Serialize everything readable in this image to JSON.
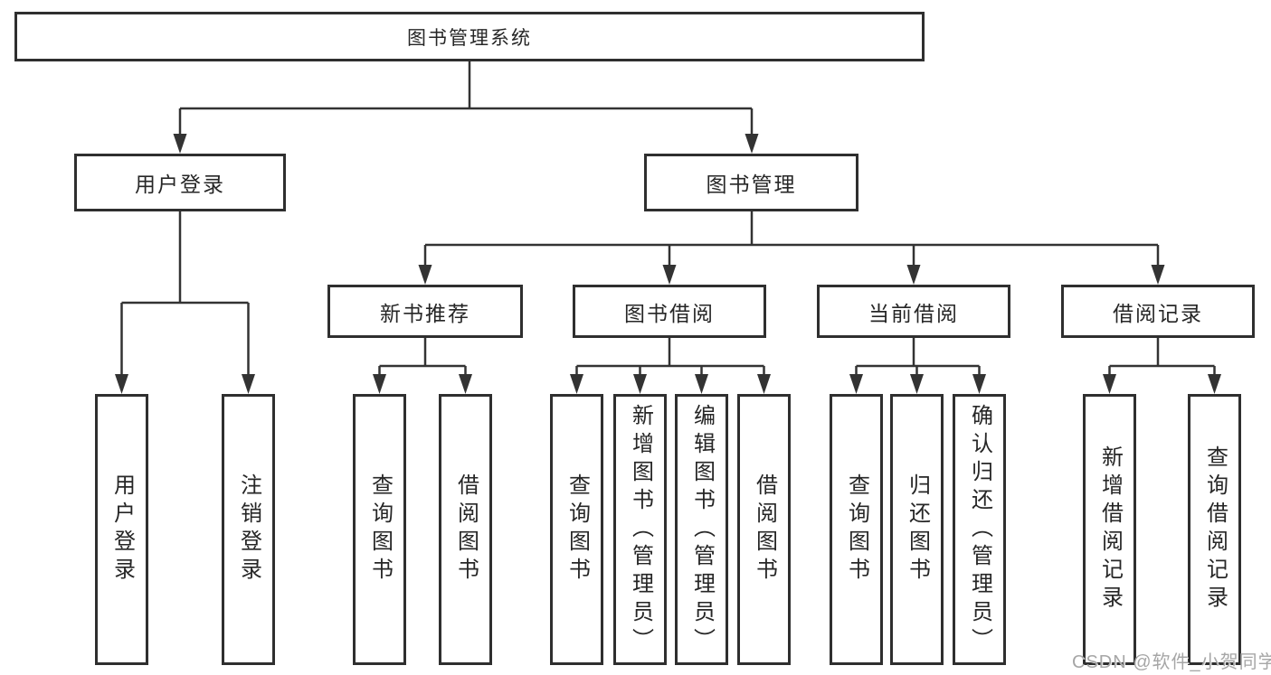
{
  "title": "图书管理系统",
  "level2": {
    "user_login": "用户登录",
    "book_management": "图书管理"
  },
  "level3": {
    "new_books": "新书推荐",
    "borrowing": "图书借阅",
    "current": "当前借阅",
    "records": "借阅记录"
  },
  "leaves": {
    "user_login": [
      "用户登录",
      "注销登录"
    ],
    "new_books": [
      "查询图书",
      "借阅图书"
    ],
    "borrowing": [
      "查询图书",
      "新增图书（管理员）",
      "编辑图书（管理员）",
      "借阅图书"
    ],
    "current": [
      "查询图书",
      "归还图书",
      "确认归还（管理员）"
    ],
    "records": [
      "新增借阅记录",
      "查询借阅记录"
    ]
  },
  "watermark": "CSDN @软件_小贺同学",
  "colors": {
    "background": "#ffffff",
    "box_border": "#2f2f2f",
    "line": "#333333",
    "text": "#262626",
    "watermark": "#a6a6a6"
  }
}
